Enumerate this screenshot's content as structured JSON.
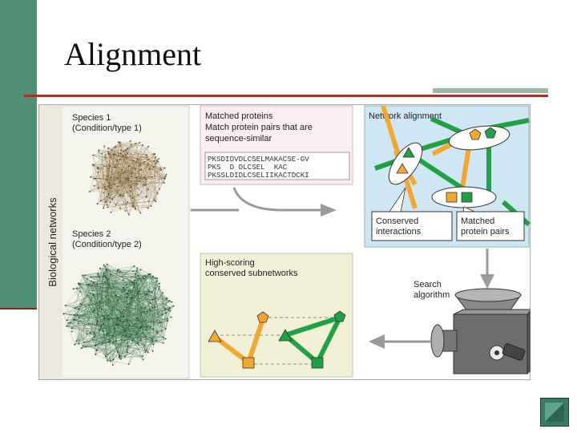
{
  "slide": {
    "title": "Alignment"
  },
  "networks_panel": {
    "axis_label": "Biological networks",
    "species1": {
      "line1": "Species 1",
      "line2": "(Condition/type 1)"
    },
    "species2": {
      "line1": "Species 2",
      "line2": "(Condition/type 2)"
    }
  },
  "matched_panel": {
    "title": "Matched proteins",
    "subtitle_line1": "Match protein pairs that are",
    "subtitle_line2": "sequence-similar",
    "sequences": [
      "PKSDIDVDLCSELMAKACSE-GV",
      "PKS  D DLCSEL  KAC",
      "PKSSLDIDLCSELIIKACTDCKI"
    ]
  },
  "alignment_panel": {
    "title": "Network alignment",
    "label_conserved_line1": "Conserved",
    "label_conserved_line2": "interactions",
    "label_matched_line1": "Matched",
    "label_matched_line2": "protein pairs"
  },
  "search": {
    "line1": "Search",
    "line2": "algorithm"
  },
  "subnet_panel": {
    "title_line1": "High-scoring",
    "title_line2": "conserved subnetworks"
  },
  "colors": {
    "orange": "#f0a830",
    "green": "#22a046",
    "blue_panel": "#cfe6f4",
    "pink_panel": "#fbeef2",
    "yellow_panel": "#f2f1d8",
    "slide_accent": "#4e8f76"
  },
  "icons": {
    "nav": "triangle-nav-icon"
  }
}
